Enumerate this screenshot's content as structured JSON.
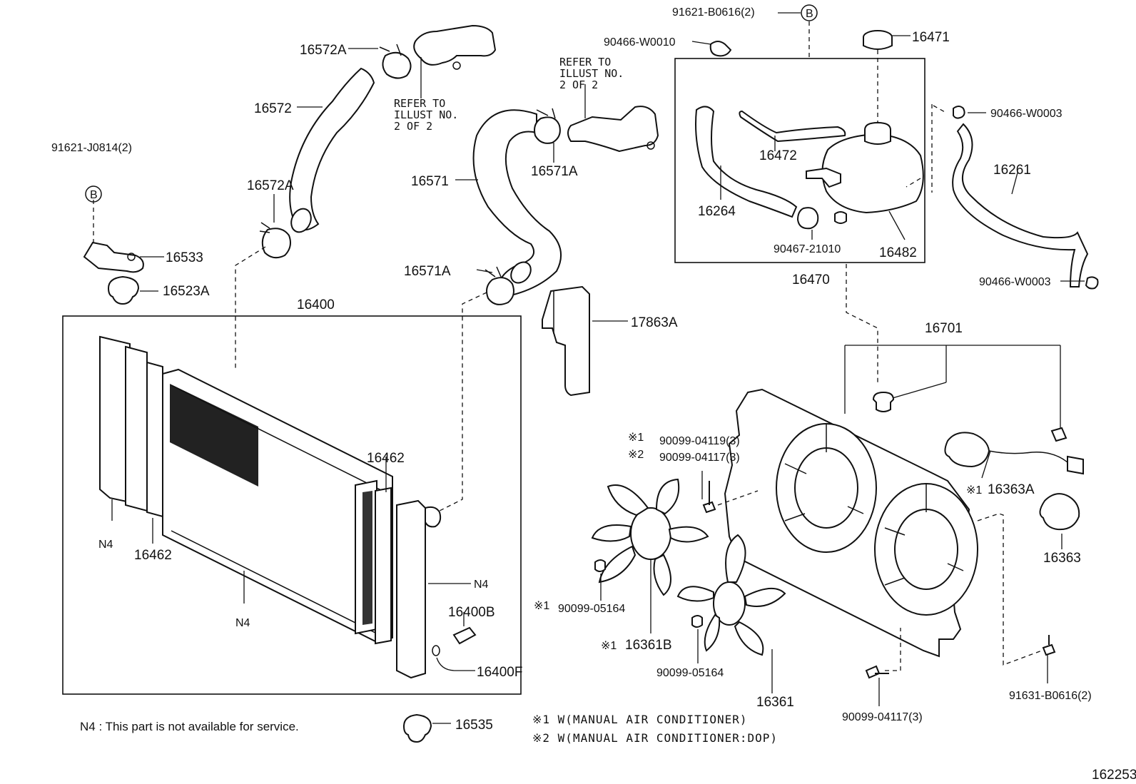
{
  "labels": {
    "p16572A_top": "16572A",
    "p16572": "16572",
    "p16572A_bot": "16572A",
    "p91621_J0814": "91621-J0814(2)",
    "b_circle_left": "B",
    "p16533": "16533",
    "p16523A": "16523A",
    "p16400": "16400",
    "p16571": "16571",
    "p16571A_top": "16571A",
    "p16571A_bot": "16571A",
    "p17863A": "17863A",
    "p91621_B0616": "91621-B0616(2)",
    "b_circle_top": "B",
    "p90466_W0010": "90466-W0010",
    "p16471": "16471",
    "p16472": "16472",
    "p16264": "16264",
    "p90467_21010": "90467-21010",
    "p16482": "16482",
    "p16470": "16470",
    "p90466_W0003_top": "90466-W0003",
    "p16261": "16261",
    "p90466_W0003_bot": "90466-W0003",
    "p16701": "16701",
    "p16363A": "16363A",
    "p16363": "16363",
    "p16462_right": "16462",
    "p16462_left": "16462",
    "n4_left": "N4",
    "n4_bottom": "N4",
    "n4_right": "N4",
    "p16400B": "16400B",
    "p16400F": "16400F",
    "p16535": "16535",
    "p90099_04119": "90099-04119(3)",
    "p90099_04117_top": "90099-04117(3)",
    "p90099_05164_left": "90099-05164",
    "p16361B": "16361B",
    "p90099_05164_mid": "90099-05164",
    "p16361": "16361",
    "p90099_04117_bot": "90099-04117(3)",
    "p91631_B0616": "91631-B0616(2)",
    "mark1_a": "※1",
    "mark2_a": "※2",
    "mark1_b": "※1",
    "mark1_c": "※1",
    "mark1_d": "※1",
    "refer1_l1": "REFER TO",
    "refer1_l2": "ILLUST NO.",
    "refer1_l3": "2 OF 2",
    "refer2_l1": "REFER TO",
    "refer2_l2": "ILLUST NO.",
    "refer2_l3": "2 OF 2",
    "diagram_id": "162253"
  },
  "notes": {
    "n4_note": "N4 : This part is not available for service.",
    "note1": "※1 W(MANUAL AIR CONDITIONER)",
    "note2": "※2 W(MANUAL AIR CONDITIONER:DOP)"
  }
}
